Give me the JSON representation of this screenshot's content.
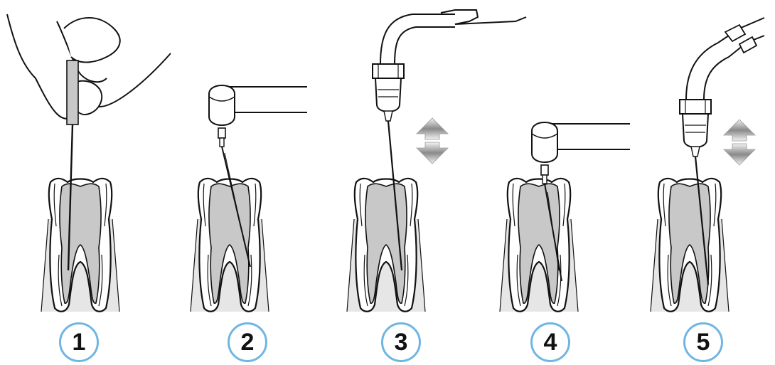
{
  "colors": {
    "outline": "#111111",
    "pulp_shading": "#c8c8c8",
    "bone_shading": "#e6e6e6",
    "badge_ring": "#6fb6e4",
    "arrow_light": "#f2f2f2",
    "arrow_dark": "#707070"
  },
  "steps": [
    {
      "number": "1",
      "instrument": "hand-file-icon"
    },
    {
      "number": "2",
      "instrument": "contra-angle-handpiece-icon"
    },
    {
      "number": "3",
      "instrument": "ultrasonic-handpiece-icon"
    },
    {
      "number": "4",
      "instrument": "contra-angle-handpiece-icon"
    },
    {
      "number": "5",
      "instrument": "ultrasonic-handpiece-icon"
    }
  ]
}
